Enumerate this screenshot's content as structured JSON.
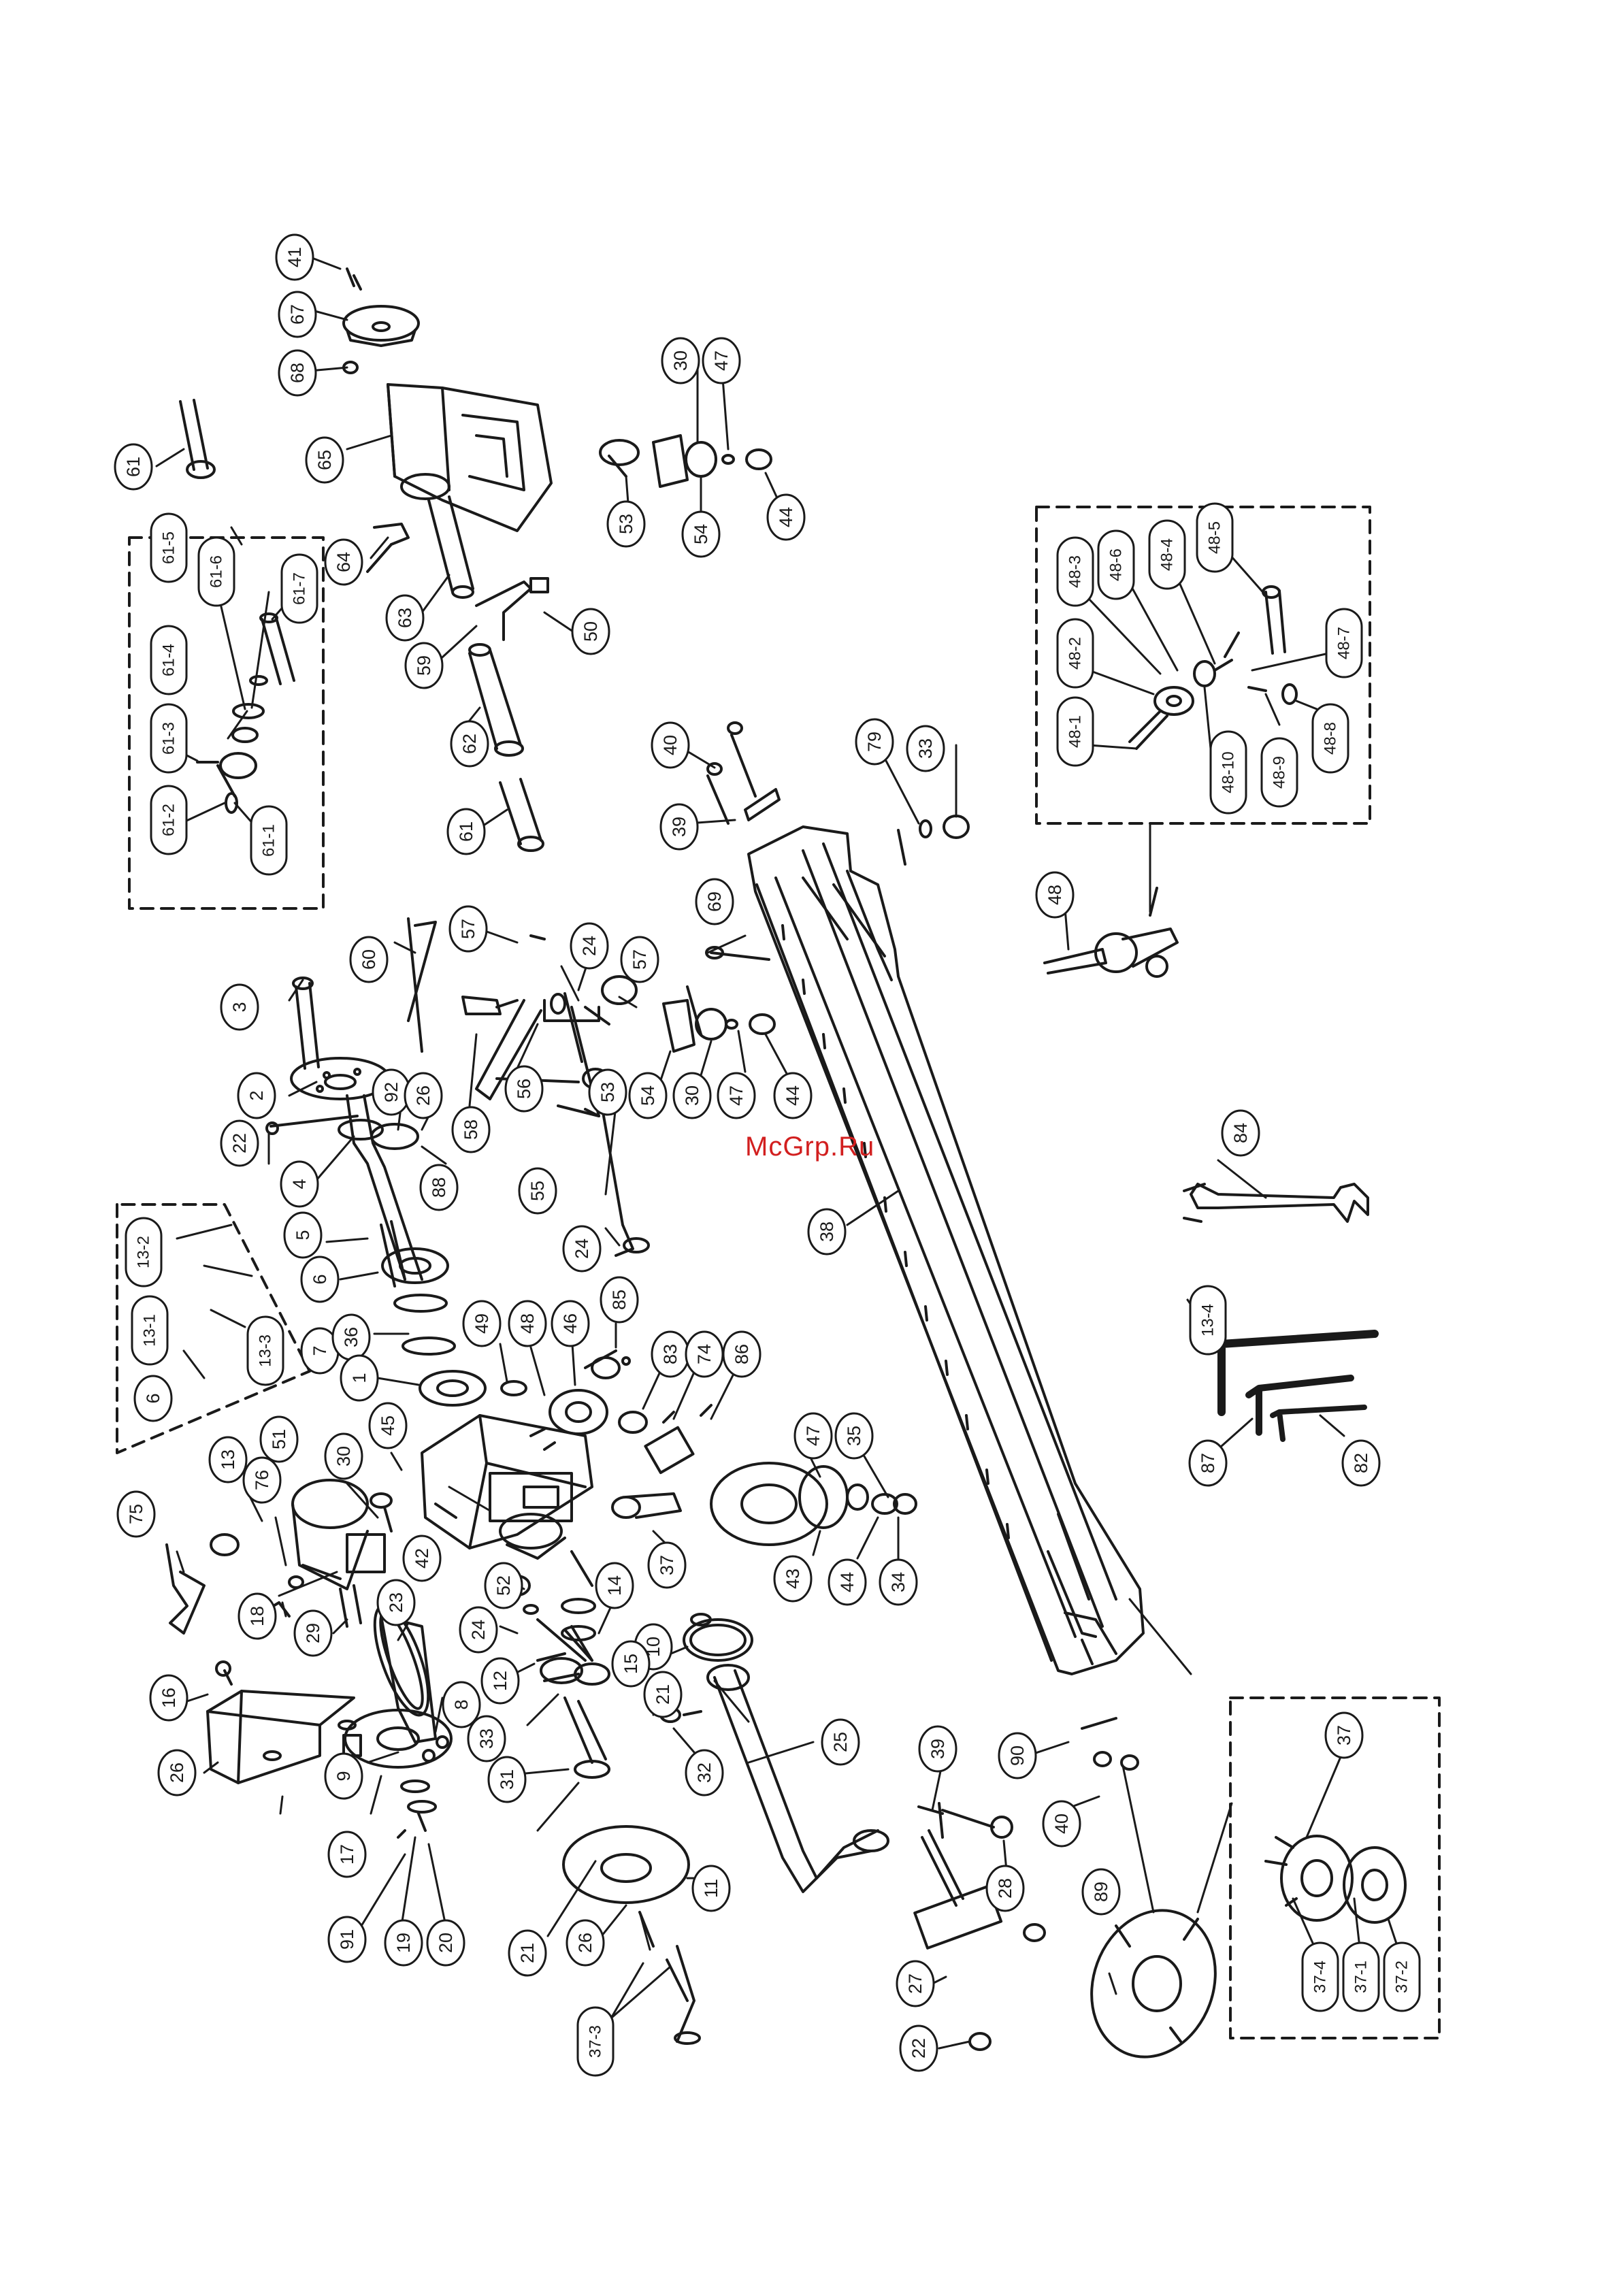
{
  "watermark": "McGrp.Ru",
  "colors": {
    "line": "#1a1a1a",
    "watermark": "#d21f1f",
    "paper": "#ffffff"
  },
  "parts": {
    "vertical": [
      "41",
      "67",
      "68",
      "61",
      "65",
      "64",
      "63",
      "59",
      "50",
      "62",
      "61",
      "30",
      "47",
      "53",
      "54",
      "44",
      "61-5",
      "61-6",
      "61-7",
      "61-4",
      "61-3",
      "61-2",
      "61-1",
      "40",
      "39",
      "79",
      "33",
      "69",
      "48-3",
      "48-6",
      "48-4",
      "48-5",
      "48-2",
      "48-7",
      "48-1",
      "48-10",
      "48-9",
      "48-8",
      "48",
      "60",
      "57",
      "24",
      "57",
      "3",
      "2",
      "92",
      "26",
      "22",
      "4",
      "88",
      "58",
      "56",
      "53",
      "54",
      "30",
      "47",
      "44",
      "55",
      "38",
      "84",
      "13-2",
      "5",
      "24",
      "13-1",
      "6",
      "13-3",
      "7",
      "36",
      "49",
      "48",
      "46",
      "85",
      "13-4",
      "6",
      "1",
      "45",
      "83",
      "74",
      "86",
      "87",
      "82",
      "13",
      "51",
      "30",
      "47",
      "35",
      "76",
      "75",
      "42",
      "37",
      "43",
      "44",
      "34",
      "18",
      "52",
      "14",
      "29",
      "23",
      "24",
      "10",
      "12",
      "15",
      "16",
      "26",
      "8",
      "33",
      "21",
      "9",
      "32",
      "25",
      "39",
      "90",
      "40",
      "17",
      "31",
      "11",
      "28",
      "91",
      "19",
      "20",
      "21",
      "26",
      "27",
      "89",
      "37",
      "37-4",
      "37-1",
      "37-2",
      "37-3",
      "22",
      "15"
    ]
  }
}
